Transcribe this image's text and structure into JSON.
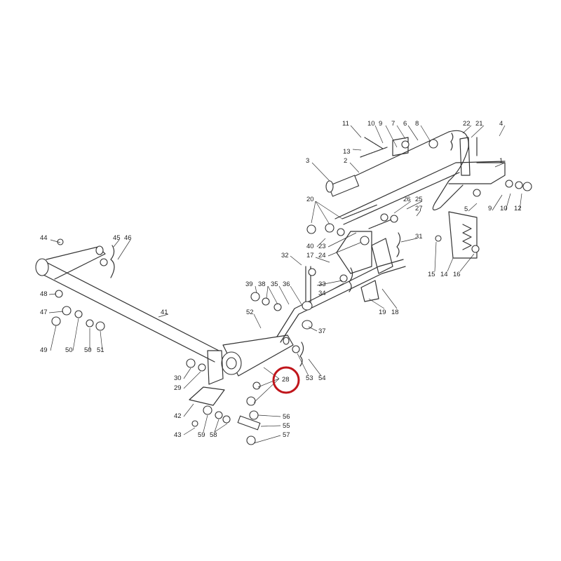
{
  "diagram": {
    "highlight_color": "#c0151b",
    "highlighted_callout": "28",
    "callouts": [
      "11",
      "10",
      "9",
      "7",
      "6",
      "8",
      "22",
      "21",
      "4",
      "13",
      "3",
      "2",
      "1",
      "20",
      "26",
      "25",
      "27",
      "5",
      "9",
      "10",
      "12",
      "40",
      "23",
      "24",
      "31",
      "32",
      "17",
      "15",
      "14",
      "16",
      "44",
      "45",
      "46",
      "39",
      "38",
      "35",
      "36",
      "33",
      "34",
      "19",
      "18",
      "41",
      "48",
      "47",
      "52",
      "37",
      "49",
      "50",
      "50",
      "51",
      "30",
      "29",
      "53",
      "54",
      "28",
      "42",
      "43",
      "59",
      "58",
      "56",
      "55",
      "57"
    ]
  }
}
